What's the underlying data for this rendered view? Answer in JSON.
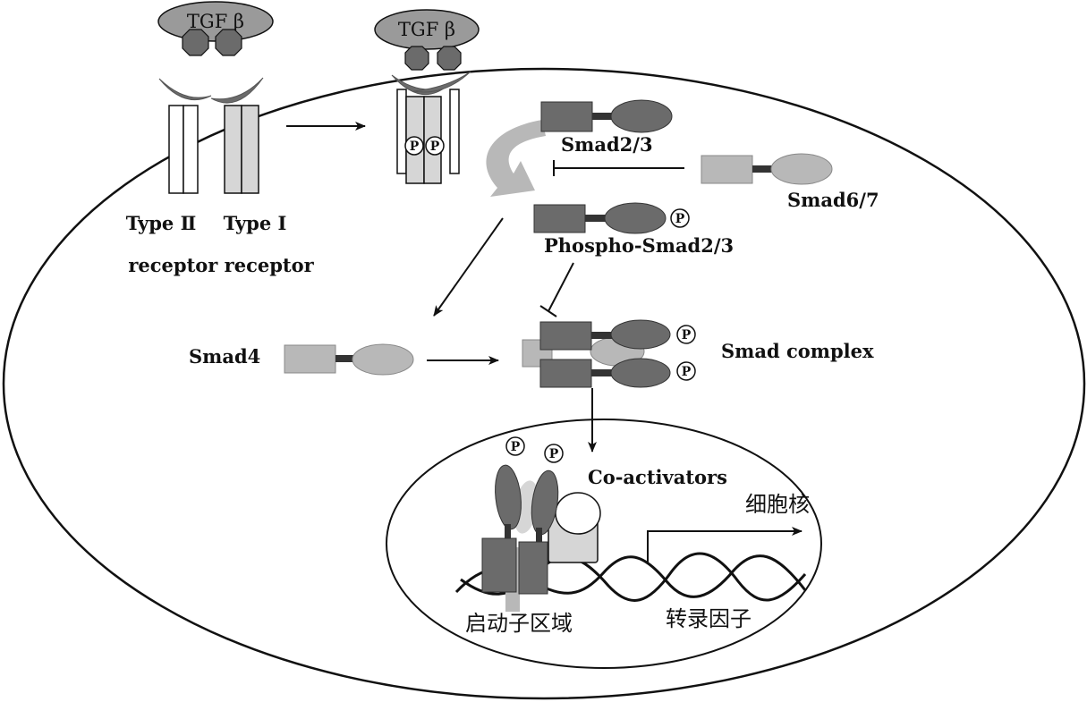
{
  "labels": {
    "tgf_beta_1": "TGF β",
    "tgf_beta_2": "TGF β",
    "type_ii": "Type Ⅱ",
    "type_i": "Type Ⅰ",
    "receptor_line": "receptor receptor",
    "smad23": "Smad2/3",
    "smad67": "Smad6/7",
    "phospho_smad23": "Phospho-Smad2/3",
    "smad4": "Smad4",
    "smad_complex": "Smad complex",
    "co_activators": "Co-activators",
    "nucleus": "细胞核",
    "promoter_region": "启动子区域",
    "transcription_factor": "转录因子",
    "phospho_mark": "P"
  },
  "colors": {
    "dark_gray": "#6b6b6b",
    "mid_gray": "#9a9a9a",
    "light_gray": "#b8b8b8",
    "pale_gray": "#d6d6d6",
    "line": "#111111"
  }
}
